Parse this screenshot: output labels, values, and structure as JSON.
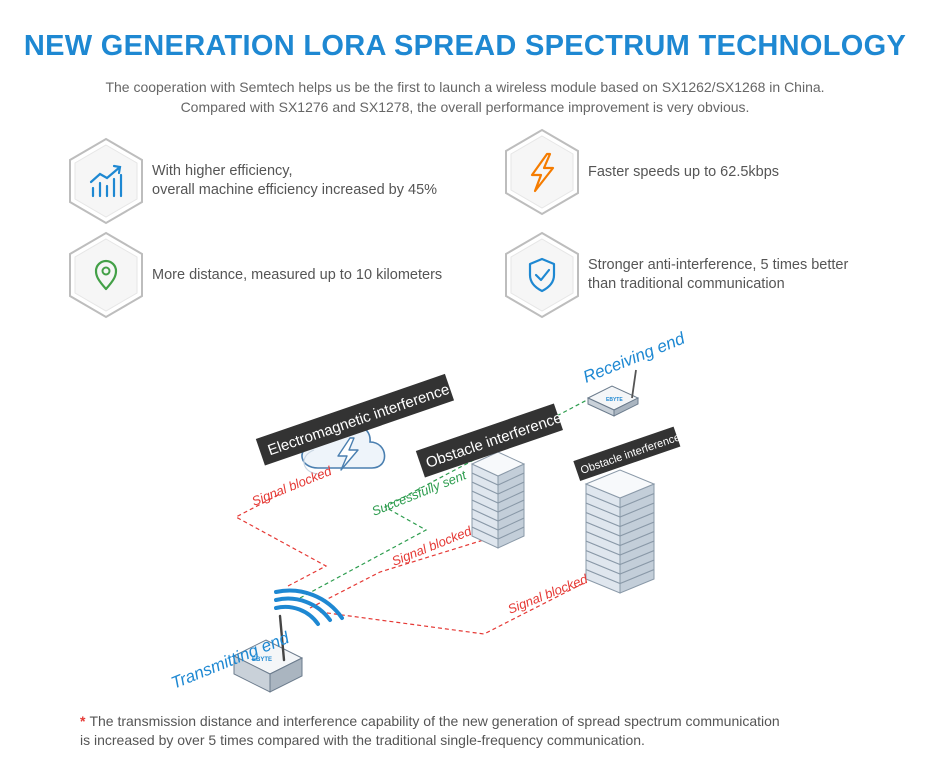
{
  "header": {
    "title": "NEW GENERATION LORA SPREAD SPECTRUM TECHNOLOGY",
    "subtitle_line1": "The cooperation with Semtech helps us be the first to launch a wireless module based on SX1262/SX1268 in China.",
    "subtitle_line2": "Compared with SX1276 and SX1278, the overall performance improvement is very obvious."
  },
  "features": [
    {
      "icon": "bar-chart-icon",
      "line1": "With higher efficiency,",
      "line2": "overall machine efficiency increased by 45%"
    },
    {
      "icon": "lightning-icon",
      "line1": "Faster speeds up to 62.5kbps",
      "line2": ""
    },
    {
      "icon": "location-pin-icon",
      "line1": "More distance, measured up to 10 kilometers",
      "line2": ""
    },
    {
      "icon": "shield-check-icon",
      "line1": "Stronger anti-interference, 5 times better",
      "line2": "than traditional communication"
    }
  ],
  "diagram": {
    "electromagnetic_label": "Electromagnetic interference",
    "obstacle_label_1": "Obstacle interference",
    "obstacle_label_2": "Obstacle interference",
    "receiving_end": "Receiving end",
    "transmitting_end": "Transmitting end",
    "signal_blocked_1": "Signal blocked",
    "signal_blocked_2": "Signal blocked",
    "signal_blocked_3": "Signal blocked",
    "successfully_sent": "Successfully sent",
    "device_brand": "EBYTE",
    "colors": {
      "blocked": "#e53935",
      "success": "#2e9d4f",
      "accent": "#1e88d2",
      "label_bg": "#333333"
    }
  },
  "footnote": {
    "star": "*",
    "line1": "The transmission distance and interference capability of the new generation of spread spectrum communication",
    "line2": "is increased by over 5 times compared with the traditional single-frequency communication."
  }
}
